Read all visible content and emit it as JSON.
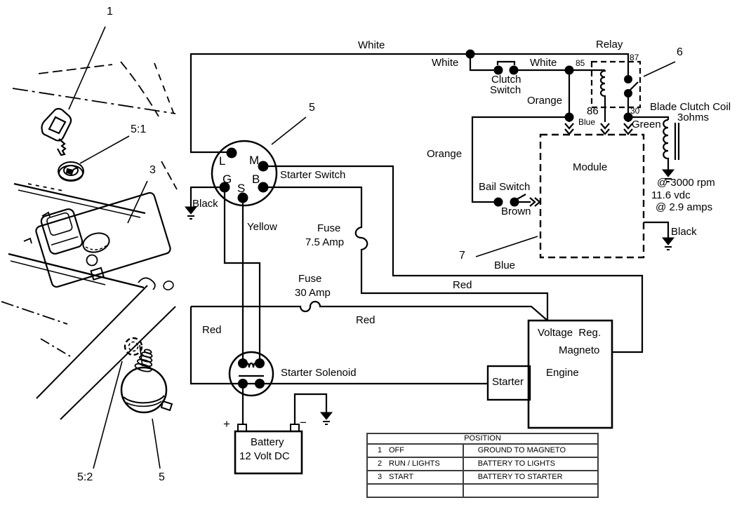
{
  "wire_labels": {
    "white_top": "White",
    "white_before_clutch": "White",
    "white_after_clutch": "White",
    "orange_right": "Orange",
    "orange_left": "Orange",
    "blue_86": "Blue",
    "green_30": "Green",
    "brown": "Brown",
    "blue_bottom": "Blue",
    "yellow": "Yellow",
    "red_upper": "Red",
    "red_lower": "Red",
    "red_left": "Red",
    "black_switch": "Black",
    "black_module": "Black"
  },
  "components": {
    "relay": "Relay",
    "clutch_switch_line1": "Clutch",
    "clutch_switch_line2": "Switch",
    "module": "Module",
    "bail_switch": "Bail Switch",
    "starter_switch": "Starter Switch",
    "starter_solenoid": "Starter Solenoid",
    "starter": "Starter",
    "voltage_reg": "Voltage  Reg.",
    "magneto": "Magneto",
    "engine": "Engine",
    "battery_line1": "Battery",
    "battery_line2": "12 Volt DC",
    "blade_coil_line1": "Blade Clutch Coil",
    "blade_coil_line2": "3ohms",
    "fuse1_line1": "Fuse",
    "fuse1_line2": "7.5 Amp",
    "fuse2_line1": "Fuse",
    "fuse2_line2": "30 Amp"
  },
  "specs": {
    "rpm": "@ 3000 rpm",
    "vdc": "11.6 vdc",
    "amps": "@ 2.9 amps"
  },
  "relay_pins": {
    "p85": "85",
    "p86": "86",
    "p87": "87",
    "p30": "30"
  },
  "terminals": {
    "l": "L",
    "m": "M",
    "g": "G",
    "b": "B",
    "s": "S"
  },
  "battery_polarity": {
    "plus": "+",
    "minus": "−"
  },
  "callouts": {
    "key": "1",
    "panel": "3",
    "starter_switch": "5",
    "keyhole": "5:1",
    "barrel_clip": "5:2",
    "barrel": "5",
    "relay": "6",
    "module": "7"
  },
  "position_table": {
    "title": "POSITION",
    "rows": [
      {
        "num": "1",
        "position": "OFF",
        "wiring": "GROUND TO MAGNETO"
      },
      {
        "num": "2",
        "position": "RUN / LIGHTS",
        "wiring": "BATTERY TO LIGHTS"
      },
      {
        "num": "3",
        "position": "START",
        "wiring": "BATTERY TO STARTER"
      }
    ]
  },
  "colors": {
    "line": "#000000",
    "background": "#ffffff",
    "table_border": "#3d3d3d"
  }
}
